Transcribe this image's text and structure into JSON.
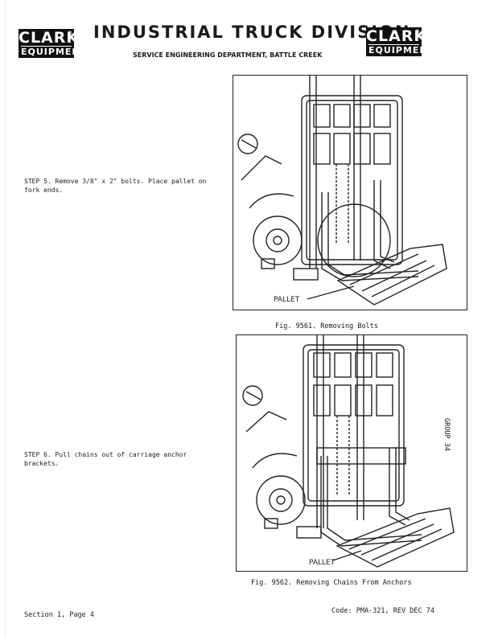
{
  "header": {
    "logo_left": {
      "top": "CLARK",
      "bottom": "EQUIPMENT"
    },
    "logo_right": {
      "top": "CLARK",
      "bottom": "EQUIPMENT"
    },
    "title": "INDUSTRIAL TRUCK DIVISION",
    "subtitle": "SERVICE ENGINEERING DEPARTMENT, BATTLE CREEK"
  },
  "steps": [
    {
      "text": "STEP 5.  Remove 3/8\" x 2\" bolts.  Place pallet on fork ends."
    },
    {
      "text": "STEP 6.  Pull chains out of carriage anchor brackets."
    }
  ],
  "figures": [
    {
      "label": "PALLET",
      "caption": "Fig. 9561.  Removing Bolts"
    },
    {
      "label": "PALLET",
      "caption": "Fig. 9562.  Removing Chains From Anchors"
    }
  ],
  "side_label": "GROUP 34",
  "footer": {
    "left": "Section 1, Page 4",
    "right": "Code: PMA-321, REV DEC 74"
  }
}
